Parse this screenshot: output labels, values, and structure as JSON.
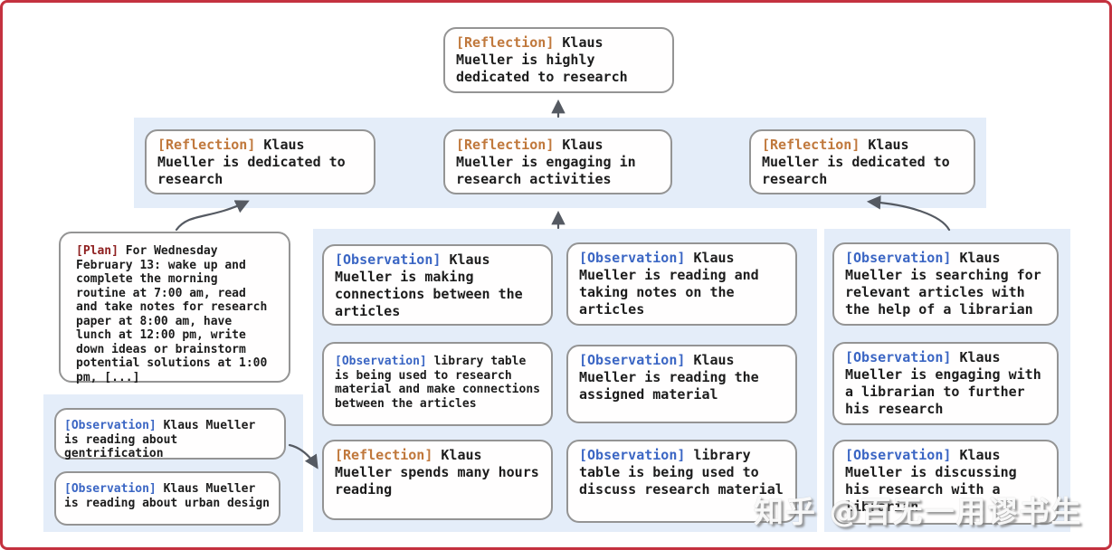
{
  "colors": {
    "border_red": "#c4323f",
    "panel_blue": "#e4edf9",
    "box_border": "#949494",
    "reflection_tag": "#c0783c",
    "observation_tag": "#3b66c4",
    "plan_tag": "#8e1e1e",
    "arrow": "#555a62",
    "text": "#1c1c1c"
  },
  "watermark": "知乎 @百无一用谬书生",
  "nodes": {
    "top_reflection": {
      "tag": "[Reflection]",
      "text": "Klaus Mueller is highly dedicated to research"
    },
    "reflection_left": {
      "tag": "[Reflection]",
      "text": "Klaus Mueller is dedicated to research"
    },
    "reflection_mid": {
      "tag": "[Reflection]",
      "text": "Klaus Mueller is engaging in research activities"
    },
    "reflection_right": {
      "tag": "[Reflection]",
      "text": "Klaus Mueller is dedicated to research"
    },
    "plan": {
      "tag": "[Plan]",
      "text": "For Wednesday February 13: wake up and complete the morning routine at 7:00 am, read and take notes for research paper at 8:00 am, have lunch at 12:00 pm, write down ideas or brainstorm potential solutions at 1:00 pm, [...]"
    },
    "obs_gentrification": {
      "tag": "[Observation]",
      "text": "Klaus Mueller is reading about gentrification"
    },
    "obs_urban_design": {
      "tag": "[Observation]",
      "text": "Klaus Mueller is reading about urban design"
    },
    "obs_connections": {
      "tag": "[Observation]",
      "text": "Klaus Mueller is making connections between the articles"
    },
    "obs_library_research": {
      "tag": "[Observation]",
      "text": "library table is being used to research material and make connections between the articles"
    },
    "reflection_hours": {
      "tag": "[Reflection]",
      "text": "Klaus Mueller spends many hours reading"
    },
    "obs_taking_notes": {
      "tag": "[Observation]",
      "text": "Klaus Mueller is reading and taking notes on the articles"
    },
    "obs_assigned_material": {
      "tag": "[Observation]",
      "text": "Klaus Mueller is reading the assigned material"
    },
    "obs_library_discuss": {
      "tag": "[Observation]",
      "text": "library table is being used to discuss research material"
    },
    "obs_searching_articles": {
      "tag": "[Observation]",
      "text": "Klaus Mueller is searching for relevant articles with the help of a librarian"
    },
    "obs_engaging_librarian": {
      "tag": "[Observation]",
      "text": "Klaus Mueller is engaging with a librarian to further his research"
    },
    "obs_discussing_research": {
      "tag": "[Observation]",
      "text": "Klaus Mueller is discussing his research with a librarian"
    }
  }
}
